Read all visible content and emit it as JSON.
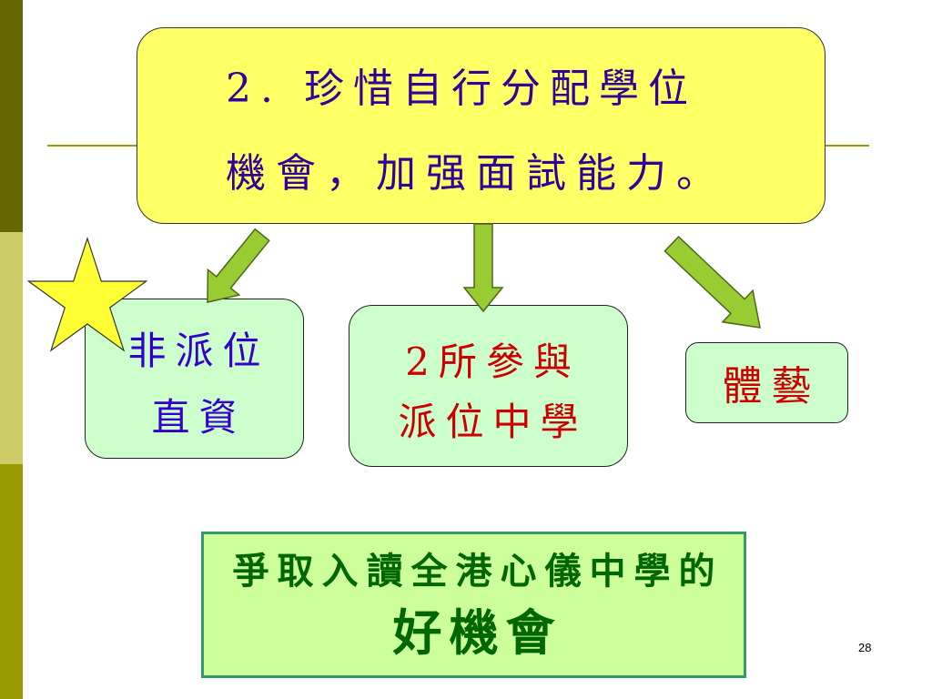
{
  "slide": {
    "title_box": {
      "line1": "2. 珍惜自行分配學位",
      "line2": "機會，加强面試能力。"
    },
    "options": [
      {
        "line1": "非派位",
        "line2": "直資"
      },
      {
        "line1": "2所參與",
        "line2": "派位中學"
      },
      {
        "line1": "體藝"
      }
    ],
    "highlight_box": {
      "line1": "爭取入讀全港心儀中學的",
      "line2": "好機會"
    },
    "page_number": "28"
  },
  "icons": {
    "star": "star-icon",
    "arrow_left": "arrow-down-left-icon",
    "arrow_middle": "arrow-down-icon",
    "arrow_right": "arrow-down-right-icon"
  },
  "colors": {
    "bar_top": "#666600",
    "bar_mid": "#cccc66",
    "bar_bottom": "#999900",
    "accent_line": "#999900",
    "title_fill": "#ffff66",
    "title_text": "#330099",
    "option_fill": "#ccffcc",
    "option_blue_text": "#3300cc",
    "option_red_text": "#cc0000",
    "arrow_fill": "#99cc33",
    "star_fill": "#ffff33",
    "highlight_fill": "#ccff99",
    "highlight_border": "#339966",
    "highlight_text": "#006600"
  }
}
